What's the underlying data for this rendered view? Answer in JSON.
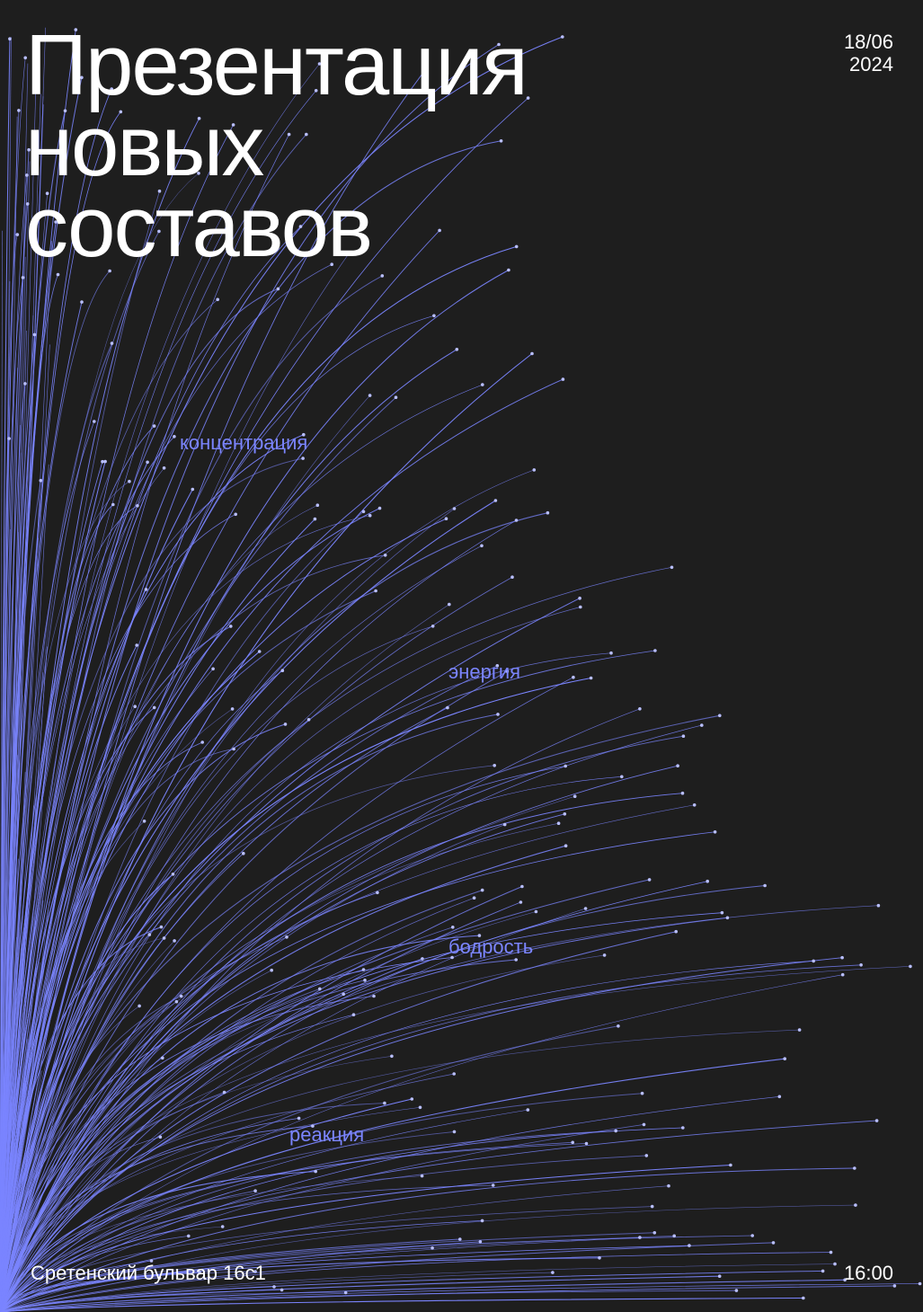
{
  "poster": {
    "title_lines": [
      "Презентация",
      "новых",
      "составов"
    ],
    "date_line1": "18/06",
    "date_line2": "2024",
    "labels": {
      "concentration": "концентрация",
      "energy": "энергия",
      "vigor": "бодрость",
      "reaction": "реакция"
    },
    "address": "Сретенский бульвар 16с1",
    "time": "16:00"
  },
  "colors": {
    "background": "#1e1e1e",
    "accent": "#7b85ff",
    "text": "#ffffff"
  }
}
